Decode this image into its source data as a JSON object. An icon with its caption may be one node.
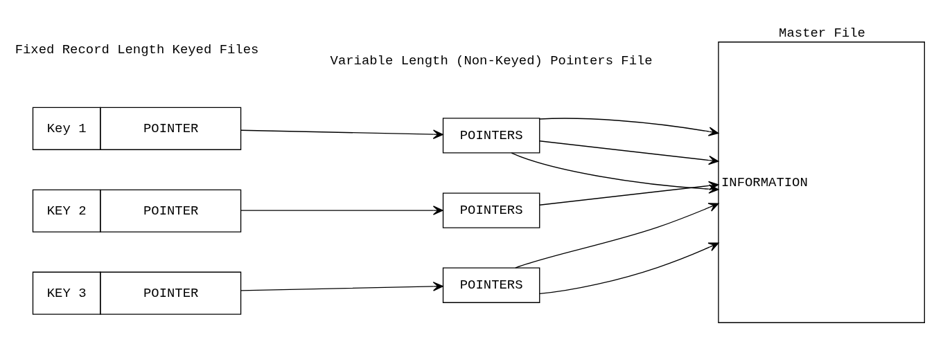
{
  "diagram": {
    "nodes": [
      {
        "text": [
          "Key 1",
          "POINTER"
        ]
      },
      {
        "text": [
          "POINTERS"
        ]
      },
      {
        "text": [
          "Master File",
          "INFORMATION"
        ]
      },
      {
        "text": [
          "KEY 2",
          "POINTER"
        ]
      },
      {
        "text": [
          "POINTERS"
        ]
      },
      {
        "text": [
          "KEY 3",
          "POINTER"
        ]
      },
      {
        "text": [
          "POINTERS"
        ]
      }
    ],
    "edges": [
      {
        "from": 0,
        "to": 1,
        "arrow": "to"
      },
      {
        "from": 1,
        "to": 2,
        "arrow": "to"
      },
      {
        "from": 1,
        "to": 2,
        "arrow": "to"
      },
      {
        "from": 1,
        "to": 2,
        "arrow": "to"
      },
      {
        "from": 3,
        "to": 4,
        "arrow": "to"
      },
      {
        "from": 4,
        "to": 2,
        "arrow": "to"
      },
      {
        "from": 5,
        "to": 6,
        "arrow": "to"
      },
      {
        "from": 6,
        "to": 2,
        "arrow": "to"
      },
      {
        "from": 6,
        "to": 2,
        "arrow": "to"
      }
    ],
    "labels": [
      "Fixed Record Length Keyed Files",
      "Variable Length (Non-Keyed) Pointers File"
    ]
  }
}
